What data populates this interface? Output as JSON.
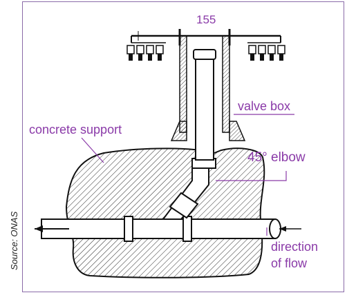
{
  "source": "Source: ONAS",
  "labels": {
    "dimension": "155",
    "valve_box": "valve box",
    "concrete_support": "concrete support",
    "elbow": "45° elbow",
    "direction_line1": "direction",
    "direction_line2": "of flow"
  },
  "colors": {
    "frame": "#8a6aa8",
    "label_text": "#8a3aa8",
    "leader": "#8a3aa8",
    "ink": "#111111"
  }
}
